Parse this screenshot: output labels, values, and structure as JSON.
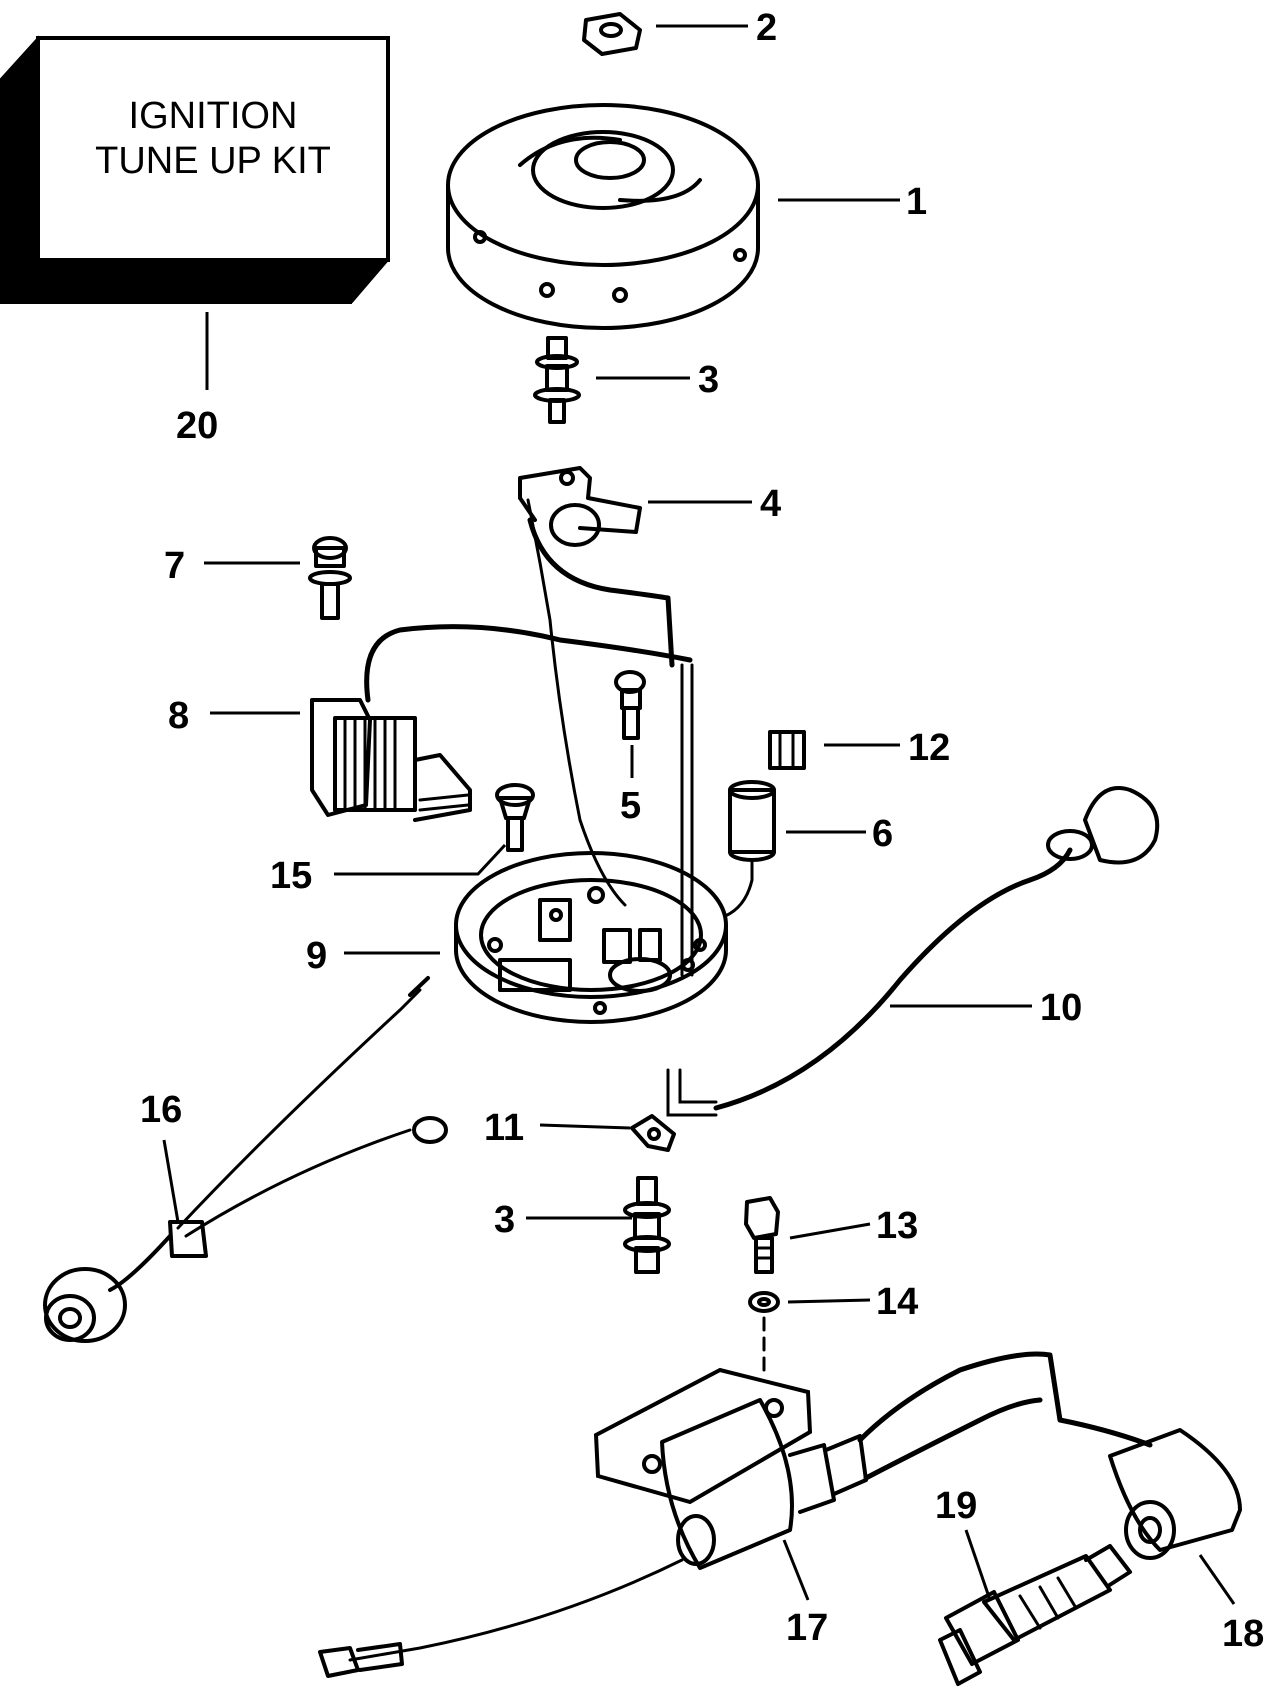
{
  "diagram": {
    "kit": {
      "line1": "IGNITION",
      "line2": "TUNE UP KIT"
    },
    "callouts": [
      {
        "id": "c1",
        "label": "1"
      },
      {
        "id": "c2",
        "label": "2"
      },
      {
        "id": "c3a",
        "label": "3"
      },
      {
        "id": "c3b",
        "label": "3"
      },
      {
        "id": "c4",
        "label": "4"
      },
      {
        "id": "c5",
        "label": "5"
      },
      {
        "id": "c6",
        "label": "6"
      },
      {
        "id": "c7",
        "label": "7"
      },
      {
        "id": "c8",
        "label": "8"
      },
      {
        "id": "c9",
        "label": "9"
      },
      {
        "id": "c10",
        "label": "10"
      },
      {
        "id": "c11",
        "label": "11"
      },
      {
        "id": "c12",
        "label": "12"
      },
      {
        "id": "c13",
        "label": "13"
      },
      {
        "id": "c14",
        "label": "14"
      },
      {
        "id": "c15",
        "label": "15"
      },
      {
        "id": "c16",
        "label": "16"
      },
      {
        "id": "c17",
        "label": "17"
      },
      {
        "id": "c18",
        "label": "18"
      },
      {
        "id": "c19",
        "label": "19"
      },
      {
        "id": "c20",
        "label": "20"
      }
    ]
  }
}
